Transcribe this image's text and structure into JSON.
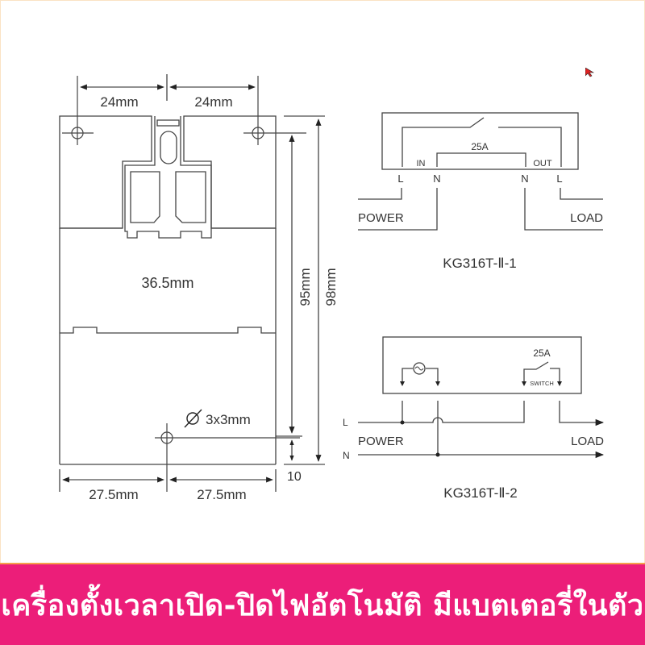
{
  "dimension_drawing": {
    "top_left_width": "24mm",
    "top_right_width": "24mm",
    "body_width": "36.5mm",
    "inner_height": "95mm",
    "total_height": "98mm",
    "bottom_offset": "10",
    "hole_size": "3x3mm",
    "bottom_left_width": "27.5mm",
    "bottom_right_width": "27.5mm"
  },
  "wiring_diagram_1": {
    "model": "KG316T-Ⅱ-1",
    "rating": "25A",
    "in_label": "IN",
    "out_label": "OUT",
    "terminals": [
      "L",
      "N",
      "N",
      "L"
    ],
    "power_label": "POWER",
    "load_label": "LOAD"
  },
  "wiring_diagram_2": {
    "model": "KG316T-Ⅱ-2",
    "rating": "25A",
    "switch_label": "SWITCH",
    "line_label": "L",
    "neutral_label": "N",
    "power_label": "POWER",
    "load_label": "LOAD"
  },
  "banner": {
    "text": "เครื่องตั้งเวลาเปิด-ปิดไฟอัตโนมัติ มีแบตเตอรี่ในตัว",
    "background": "#ec1e79",
    "text_color": "#ffffff"
  },
  "cursor": {
    "color": "#e02020"
  }
}
